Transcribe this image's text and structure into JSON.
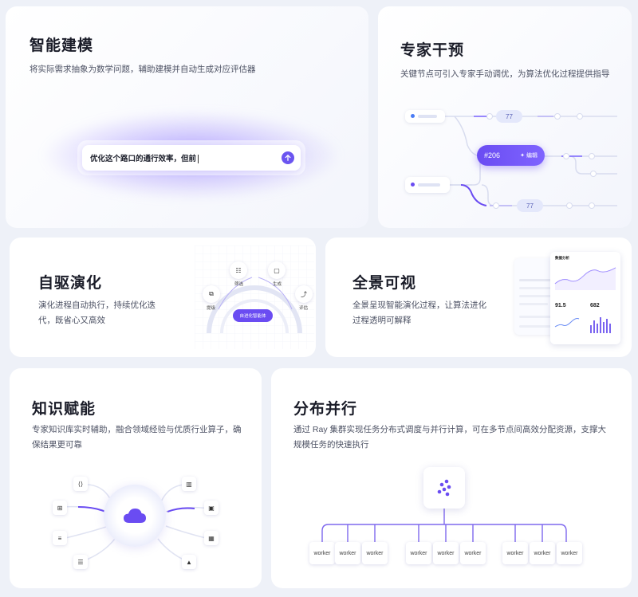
{
  "cards": {
    "modeling": {
      "title": "智能建模",
      "desc": "将实际需求抽象为数学问题，辅助建模并自动生成对应评估器",
      "input_value": "优化这个路口的通行效率，但前",
      "send_icon": "arrow-up-icon"
    },
    "expert": {
      "title": "专家干预",
      "desc": "关键节点可引入专家手动调优，为算法优化过程提供指导",
      "tag_top": "77",
      "tag_bottom": "77",
      "active_node": "#206",
      "edit_label": "编辑",
      "accent": "#6a4cf2"
    },
    "evolution": {
      "title": "自驱演化",
      "desc": "演化进程自动执行，持续优化迭代，既省心又高效",
      "nodes": [
        {
          "label": "筛选",
          "icon": "filter-icon"
        },
        {
          "label": "生成",
          "icon": "generate-icon"
        },
        {
          "label": "提级",
          "icon": "layers-icon"
        },
        {
          "label": "评估",
          "icon": "trend-icon"
        }
      ],
      "center_label": "自进化智能体"
    },
    "panorama": {
      "title": "全景可视",
      "desc": "全景呈现智能演化过程，让算法进化过程透明可解释",
      "dashboard_title": "数据分析",
      "stat1_value": "91.5",
      "stat2_value": "682"
    },
    "knowledge": {
      "title": "知识赋能",
      "desc": "专家知识库实时辅助，融合领域经验与优质行业算子，确保结果更可靠",
      "center_icon": "cloud-icon"
    },
    "distributed": {
      "title": "分布并行",
      "desc": "通过 Ray 集群实现任务分布式调度与并行计算，可在多节点间高效分配资源，支撑大规模任务的快速执行",
      "worker_label": "worker",
      "workers": [
        "worker",
        "worker",
        "worker",
        "worker",
        "worker",
        "worker",
        "worker",
        "worker",
        "worker"
      ]
    }
  }
}
